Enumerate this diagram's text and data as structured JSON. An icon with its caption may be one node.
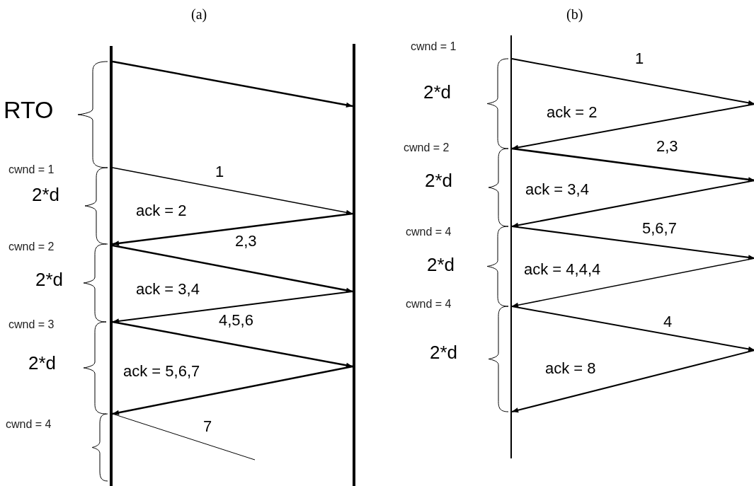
{
  "diagram": {
    "nodes": [
      {
        "text": [],
        "shape": "bar"
      },
      {
        "text": [],
        "shape": "bar"
      },
      {
        "text": [],
        "shape": "bar"
      }
    ],
    "edges": [
      {
        "from": 0,
        "to": 1,
        "arrow": "to"
      },
      {
        "from": 0,
        "to": 1,
        "arrow": "to",
        "label": "1"
      },
      {
        "from": 1,
        "to": 0,
        "arrow": "to",
        "label": "ack = 2"
      },
      {
        "from": 0,
        "to": 1,
        "arrow": "to",
        "label": "2,3"
      },
      {
        "from": 1,
        "to": 0,
        "arrow": "to",
        "label": "ack = 3,4"
      },
      {
        "from": 0,
        "to": 1,
        "arrow": "to",
        "label": "4,5,6"
      },
      {
        "from": 1,
        "to": 0,
        "arrow": "to",
        "label": "ack = 5,6,7"
      },
      {
        "from": 0,
        "to": null,
        "arrow": "none",
        "label": "7"
      },
      {
        "from": 2,
        "to": null,
        "arrow": "to",
        "label": "1"
      },
      {
        "from": null,
        "to": 2,
        "arrow": "to",
        "label": "ack = 2"
      },
      {
        "from": 2,
        "to": null,
        "arrow": "to",
        "label": "2,3"
      },
      {
        "from": null,
        "to": 2,
        "arrow": "to",
        "label": "ack = 3,4"
      },
      {
        "from": 2,
        "to": null,
        "arrow": "to",
        "label": "5,6,7"
      },
      {
        "from": null,
        "to": 2,
        "arrow": "to",
        "label": "ack = 4,4,4"
      },
      {
        "from": 2,
        "to": null,
        "arrow": "to",
        "label": "4"
      },
      {
        "from": null,
        "to": 2,
        "arrow": "to",
        "label": "ack = 8"
      }
    ],
    "labels": [
      "(a)",
      "(b)",
      "RTO",
      "cwnd = 1",
      "2*d",
      "cwnd = 2",
      "2*d",
      "cwnd = 3",
      "2*d",
      "cwnd = 4",
      "cwnd = 1",
      "2*d",
      "cwnd = 2",
      "2*d",
      "cwnd = 4",
      "2*d",
      "cwnd = 4",
      "2*d"
    ]
  }
}
